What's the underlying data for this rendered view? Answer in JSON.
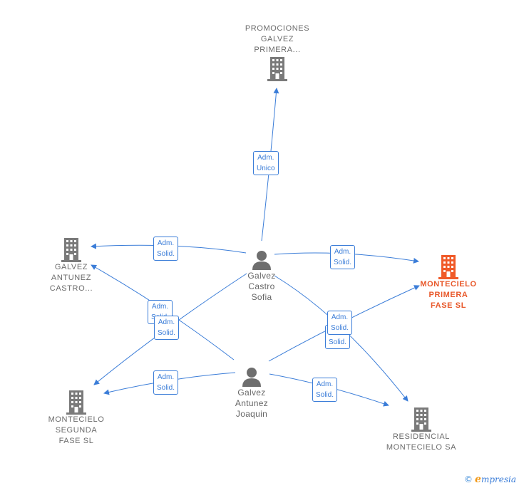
{
  "colors": {
    "edge": "#3b7dd8",
    "company_icon": "#7a7a7a",
    "main_company_icon": "#f05a28",
    "person_icon": "#6e6e6e"
  },
  "nodes": {
    "promociones": {
      "label_lines": [
        "PROMOCIONES",
        "GALVEZ",
        "PRIMERA..."
      ],
      "icon": "building-icon"
    },
    "galvez_antunez_castro": {
      "label_lines": [
        "GALVEZ",
        "ANTUNEZ",
        "CASTRO..."
      ],
      "icon": "building-icon"
    },
    "montecielo_primera": {
      "label_lines": [
        "MONTECIELO",
        "PRIMERA",
        "FASE  SL"
      ],
      "icon": "building-icon"
    },
    "montecielo_segunda": {
      "label_lines": [
        "MONTECIELO",
        "SEGUNDA",
        "FASE  SL"
      ],
      "icon": "building-icon"
    },
    "residencial": {
      "label_lines": [
        "RESIDENCIAL",
        "MONTECIELO SA"
      ],
      "icon": "building-icon"
    },
    "sofia": {
      "label_lines": [
        "Galvez",
        "Castro",
        "Sofia"
      ],
      "icon": "person-icon"
    },
    "joaquin": {
      "label_lines": [
        "Galvez",
        "Antunez",
        "Joaquin"
      ],
      "icon": "person-icon"
    }
  },
  "badges": [
    {
      "lines": [
        "Adm.",
        "Unico"
      ]
    },
    {
      "lines": [
        "Adm.",
        "Solid."
      ]
    },
    {
      "lines": [
        "Adm.",
        "Solid."
      ]
    },
    {
      "lines": [
        "Adm.",
        "Solid."
      ]
    },
    {
      "lines": [
        "Adm.",
        "Solid."
      ]
    },
    {
      "lines": [
        "Adm.",
        "Solid."
      ]
    },
    {
      "lines": [
        "Adm.",
        "Solid."
      ]
    },
    {
      "lines": [
        "Adm.",
        "Solid."
      ]
    },
    {
      "lines": [
        "Adm.",
        "Solid."
      ]
    }
  ],
  "footer": {
    "copyright": "©",
    "brand_e": "e",
    "brand_rest": "mpresia"
  }
}
